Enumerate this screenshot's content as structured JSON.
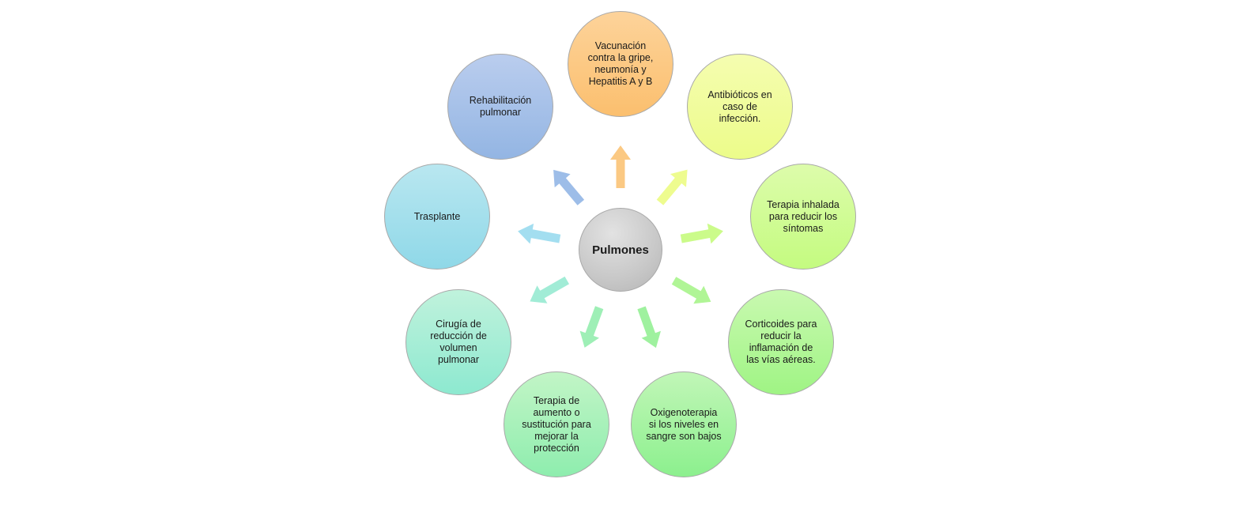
{
  "center": {
    "label": "Pulmones",
    "color": "#c4c4c4"
  },
  "nodes": [
    {
      "id": "vacunacion",
      "label": "Vacunación\ncontra la gripe,\nneumonía y\nHepatitis A y B",
      "color_top": "#fdd39a",
      "color_bottom": "#fbbf6e",
      "arrow": "#fbc983"
    },
    {
      "id": "antibioticos",
      "label": "Antibióticos en\ncaso de\ninfección.",
      "color_top": "#f5fdb0",
      "color_bottom": "#ecfc8a",
      "arrow": "#eefc8f"
    },
    {
      "id": "terapia-inhalada",
      "label": "Terapia inhalada\npara reducir los\nsíntomas",
      "color_top": "#ddfcab",
      "color_bottom": "#c4fb80",
      "arrow": "#cbfb8a"
    },
    {
      "id": "corticoides",
      "label": "Corticoides para\nreducir la\ninflamación de\nlas vías aéreas.",
      "color_top": "#c9f9b0",
      "color_bottom": "#9ff484",
      "arrow": "#b0f596"
    },
    {
      "id": "oxigenoterapia",
      "label": "Oxigenoterapia\nsi los niveles en\nsangre son bajos",
      "color_top": "#c1f6b7",
      "color_bottom": "#8cf08e",
      "arrow": "#9ff19f"
    },
    {
      "id": "terapia-aumento",
      "label": "Terapia de\naumento o\nsustitución para\nmejorar la\nprotección",
      "color_top": "#c2f5c6",
      "color_bottom": "#8eedae",
      "arrow": "#9eefb6"
    },
    {
      "id": "cirugia",
      "label": "Cirugía de\nreducción de\nvolumen\npulmonar",
      "color_top": "#c0f2dc",
      "color_bottom": "#8de9d0",
      "arrow": "#a1ecd6"
    },
    {
      "id": "trasplante",
      "label": "Trasplante",
      "color_top": "#b9e7f0",
      "color_bottom": "#8fd8e8",
      "arrow": "#a3def0"
    },
    {
      "id": "rehabilitacion",
      "label": "Rehabilitación\npulmonar",
      "color_top": "#bacdee",
      "color_bottom": "#93b5e3",
      "arrow": "#9dbde8"
    }
  ]
}
